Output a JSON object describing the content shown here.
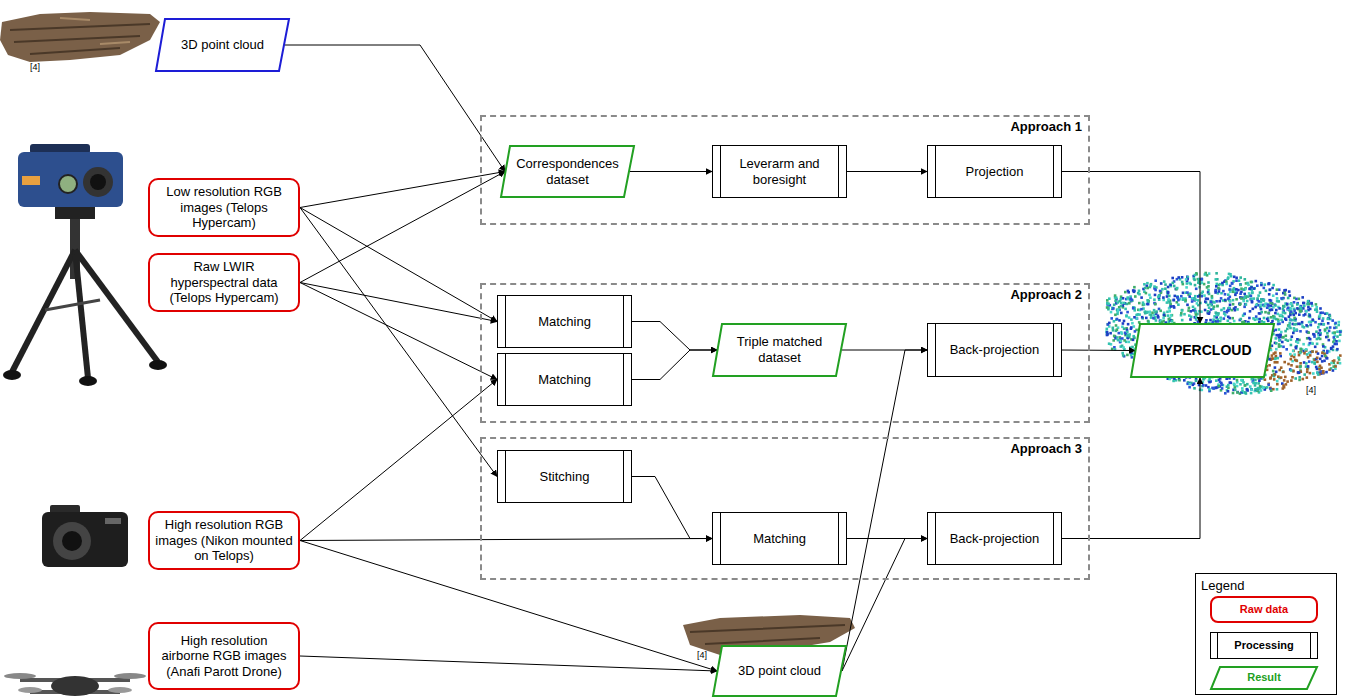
{
  "diagram": {
    "nodes": [
      {
        "text": [
          "3D point cloud"
        ]
      },
      {
        "text": [
          "Approach 1"
        ]
      },
      {
        "text": [
          "Correspondences dataset"
        ],
        "in": 1
      },
      {
        "text": [
          "Leverarm and boresight"
        ],
        "in": 1
      },
      {
        "text": [
          "Projection"
        ],
        "in": 1
      },
      {
        "text": [
          "Low resolution RGB images (Telops Hypercam)"
        ]
      },
      {
        "text": [
          "Raw LWIR hyperspectral data (Telops Hypercam)"
        ]
      },
      {
        "text": [
          "Approach 2"
        ]
      },
      {
        "text": [
          "Matching"
        ],
        "in": 7
      },
      {
        "text": [
          "Matching"
        ],
        "in": 7
      },
      {
        "text": [
          "Triple matched dataset"
        ],
        "in": 7
      },
      {
        "text": [
          "Back-projection"
        ],
        "in": 7
      },
      {
        "text": [
          "HYPERCLOUD"
        ]
      },
      {
        "text": [
          "Approach 3"
        ]
      },
      {
        "text": [
          "Stitching"
        ],
        "in": 13
      },
      {
        "text": [
          "Matching"
        ],
        "in": 13
      },
      {
        "text": [
          "Back-projection"
        ],
        "in": 13
      },
      {
        "text": [
          "High resolution RGB images (Nikon mounted on Telops)"
        ]
      },
      {
        "text": [
          "3D point cloud"
        ]
      },
      {
        "text": [
          "High resolution airborne RGB images (Anafi Parott Drone)"
        ]
      }
    ],
    "edges": [
      {
        "from": 0,
        "to": 2,
        "arrow": "to"
      },
      {
        "from": 5,
        "to": 2,
        "arrow": "to"
      },
      {
        "from": 6,
        "to": 2,
        "arrow": "to"
      },
      {
        "from": 5,
        "to": 8,
        "arrow": "to"
      },
      {
        "from": 5,
        "to": 14,
        "arrow": "to"
      },
      {
        "from": 6,
        "to": 8,
        "arrow": "to"
      },
      {
        "from": 6,
        "to": 9,
        "arrow": "to"
      },
      {
        "from": 17,
        "to": 9,
        "arrow": "to"
      },
      {
        "from": 17,
        "to": 15,
        "arrow": "to"
      },
      {
        "from": 17,
        "to": 18,
        "arrow": "to"
      },
      {
        "from": 19,
        "to": 18,
        "arrow": "to"
      },
      {
        "from": 2,
        "to": 3,
        "arrow": "to"
      },
      {
        "from": 3,
        "to": 4,
        "arrow": "to"
      },
      {
        "from": 4,
        "to": 12,
        "arrow": "to"
      },
      {
        "from": 8,
        "to": 10,
        "arrow": "to"
      },
      {
        "from": 9,
        "to": 10,
        "arrow": "to"
      },
      {
        "from": 10,
        "to": 11,
        "arrow": "to"
      },
      {
        "from": 11,
        "to": 12,
        "arrow": "to"
      },
      {
        "from": 14,
        "to": 15,
        "arrow": "to"
      },
      {
        "from": 15,
        "to": 16,
        "arrow": "to"
      },
      {
        "from": 16,
        "to": 12,
        "arrow": "to"
      },
      {
        "from": 18,
        "to": 11,
        "arrow": "to"
      },
      {
        "from": 18,
        "to": 16,
        "arrow": "to"
      }
    ],
    "labels": [
      "[4]",
      "[4]",
      "[4]",
      "Legend"
    ],
    "legend": [
      {
        "text": "Raw data"
      },
      {
        "text": "Processing"
      },
      {
        "text": "Result"
      }
    ]
  }
}
